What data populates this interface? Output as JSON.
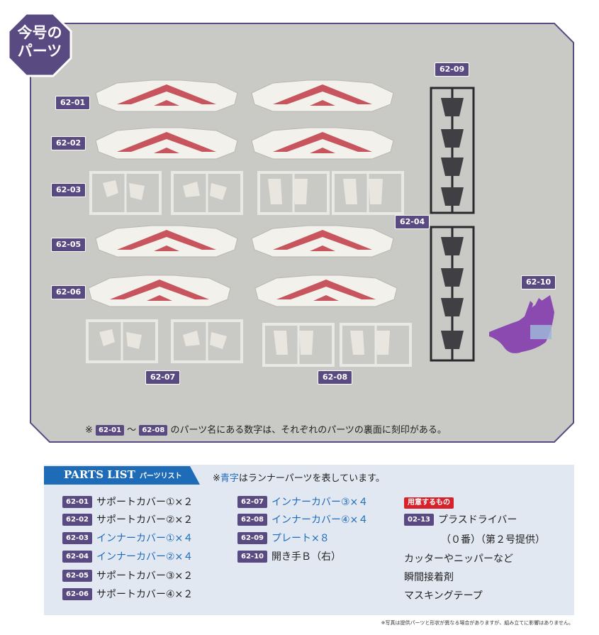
{
  "badge": {
    "line1": "今号の",
    "line2": "パーツ"
  },
  "labels": {
    "p0201": "62-01",
    "p0202": "62-02",
    "p0203": "62-03",
    "p0204": "62-04",
    "p0205": "62-05",
    "p0206": "62-06",
    "p0207": "62-07",
    "p0208": "62-08",
    "p0209": "62-09",
    "p0210": "62-10"
  },
  "note": {
    "prefix": "※",
    "code_a": "62-01",
    "tilde": "～",
    "code_b": "62-08",
    "text": "のパーツ名にある数字は、それぞれのパーツの裏面に刻印がある。"
  },
  "parts_list": {
    "title": "PARTS LIST",
    "title_jp": "パーツリスト",
    "legend_prefix": "※",
    "legend_blue": "青字",
    "legend_rest": "はランナーパーツを表しています。",
    "col1": [
      {
        "code": "62-01",
        "name": "サポートカバー①×２"
      },
      {
        "code": "62-02",
        "name": "サポートカバー②×２"
      },
      {
        "code": "62-03",
        "name": "インナーカバー①×４"
      },
      {
        "code": "62-04",
        "name": "インナーカバー②×４"
      },
      {
        "code": "62-05",
        "name": "サポートカバー③×２"
      },
      {
        "code": "62-06",
        "name": "サポートカバー④×２"
      }
    ],
    "col2": [
      {
        "code": "62-07",
        "name": "インナーカバー③×４"
      },
      {
        "code": "62-08",
        "name": "インナーカバー④×４"
      },
      {
        "code": "62-09",
        "name": "プレート×８"
      },
      {
        "code": "62-10",
        "name": "開き手Ｂ（右）"
      }
    ],
    "prep": {
      "badge": "用意するもの",
      "code": "02-13",
      "line1": "プラスドライバー",
      "line2": "（０番）（第２号提供）",
      "items": [
        "カッターやニッパーなど",
        "瞬間接着剤",
        "マスキングテープ"
      ]
    }
  },
  "footnote": "※写真は提供パーツと形状が異なる場合がありますが、組み立てに影響はありません。",
  "colors": {
    "label_bg": "#5a4a82",
    "panel_bg": "#c9cac6",
    "panel_border": "#5a4a82",
    "parts_box_bg": "#e2e8f2",
    "runner_blue": "#1e6bb8",
    "prep_red": "#d5222b",
    "stripe_red": "#c8545e",
    "hand_purple": "#8a4ab0"
  }
}
